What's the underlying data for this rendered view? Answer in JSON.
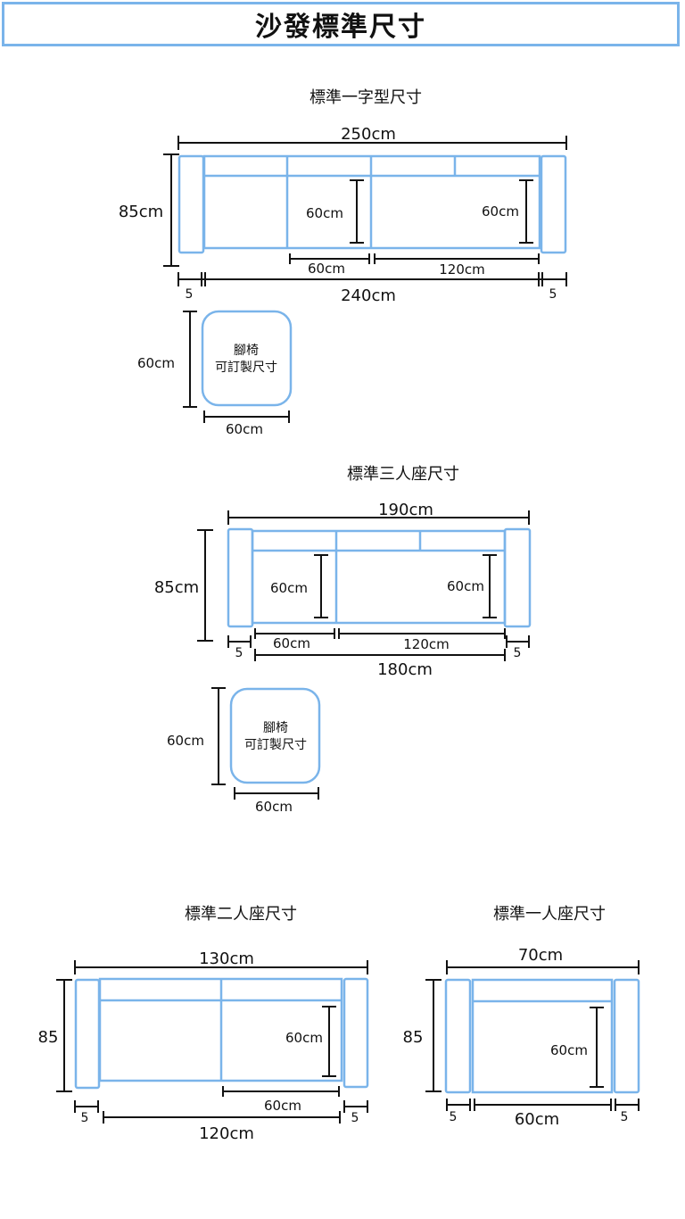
{
  "page": {
    "title": "沙發標準尺寸"
  },
  "sections": {
    "one_line": {
      "heading": "標準一字型尺寸"
    },
    "three_seat": {
      "heading": "標準三人座尺寸"
    },
    "two_seat": {
      "heading": "標準二人座尺寸"
    },
    "one_seat": {
      "heading": "標準一人座尺寸"
    }
  },
  "labels": {
    "s1_total_width": "250cm",
    "s1_height": "85cm",
    "s1_seat_depth_a": "60cm",
    "s1_seat_depth_b": "60cm",
    "s1_seg_a": "60cm",
    "s1_seg_b": "120cm",
    "s1_arm_left": "5",
    "s1_inner": "240cm",
    "s1_arm_right": "5",
    "s1_stool_height": "60cm",
    "s1_stool_line1": "腳椅",
    "s1_stool_line2": "可訂製尺寸",
    "s1_stool_width": "60cm",
    "s2_total_width": "190cm",
    "s2_height": "85cm",
    "s2_seat_depth_a": "60cm",
    "s2_seat_depth_b": "60cm",
    "s2_seg_a": "60cm",
    "s2_seg_b": "120cm",
    "s2_arm_left": "5",
    "s2_arm_right": "5",
    "s2_inner": "180cm",
    "s2_stool_height": "60cm",
    "s2_stool_line1": "腳椅",
    "s2_stool_line2": "可訂製尺寸",
    "s2_stool_width": "60cm",
    "s3_total_width": "130cm",
    "s3_height": "85",
    "s3_seat_depth": "60cm",
    "s3_seg": "60cm",
    "s3_arm_left": "5",
    "s3_arm_right": "5",
    "s3_inner": "120cm",
    "s4_total_width": "70cm",
    "s4_height": "85",
    "s4_seat_depth": "60cm",
    "s4_arm_left": "5",
    "s4_inner": "60cm",
    "s4_arm_right": "5"
  },
  "colors": {
    "outline": "#7ab4ea",
    "dimension": "#111111",
    "background": "#ffffff"
  }
}
